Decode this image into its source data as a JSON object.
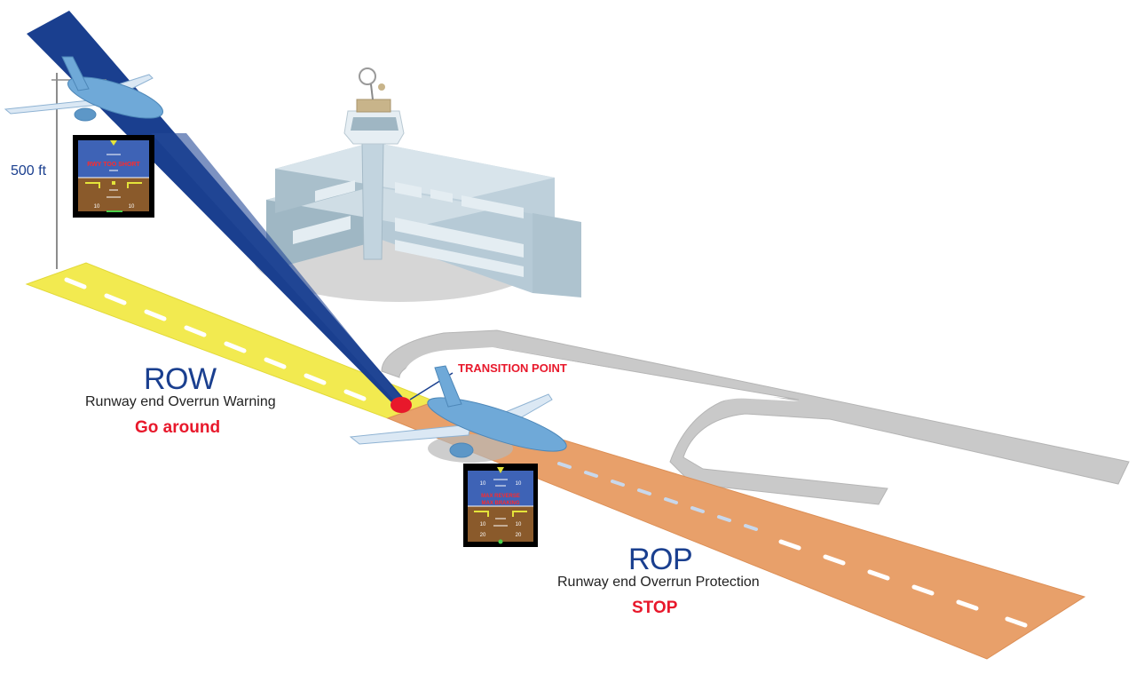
{
  "colors": {
    "brand_blue": "#1a3f8f",
    "alert_red": "#e8182b",
    "row_zone": "#f2ea50",
    "rop_zone": "#e8a06a",
    "aircraft": "#6fa9d8",
    "building": "#a8bfcc",
    "taxiway": "#c9c9c9"
  },
  "altitude": {
    "label": "500 ft"
  },
  "transition": {
    "label": "TRANSITION POINT"
  },
  "row": {
    "acronym": "ROW",
    "description": "Runway end Overrun Warning",
    "action": "Go around"
  },
  "rop": {
    "acronym": "ROP",
    "description": "Runway end Overrun Protection",
    "action": "STOP"
  },
  "pfd_top": {
    "warning_text": "RWY TOO SHORT",
    "scale_left": "10",
    "scale_right": "10"
  },
  "pfd_bottom": {
    "warning_line1": "MAX REVERSE",
    "warning_line2": "MAX BRAKING",
    "scale_top_left": "10",
    "scale_top_right": "10",
    "scale_mid_left": "10",
    "scale_mid_right": "10",
    "scale_low_left": "20",
    "scale_low_right": "20"
  }
}
